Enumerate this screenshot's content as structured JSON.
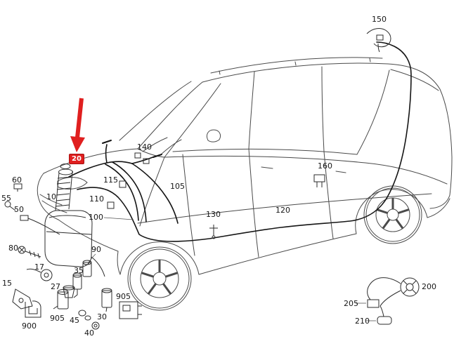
{
  "highlight": {
    "color": "#e01f1f"
  },
  "parts": {
    "p10": "10",
    "p15": "15",
    "p17": "17",
    "p20": "20",
    "p27": "27",
    "p30": "30",
    "p35": "35",
    "p40": "40",
    "p45": "45",
    "p50": "50",
    "p55": "55",
    "p60": "60",
    "p80": "80",
    "p90": "90",
    "p100": "100",
    "p105": "105",
    "p110": "110",
    "p115": "115",
    "p120": "120",
    "p130": "130",
    "p140": "140",
    "p150": "150",
    "p160": "160",
    "p200": "200",
    "p205": "205",
    "p210": "210",
    "p900": "900",
    "p905_left": "905",
    "p905_right": "905"
  }
}
